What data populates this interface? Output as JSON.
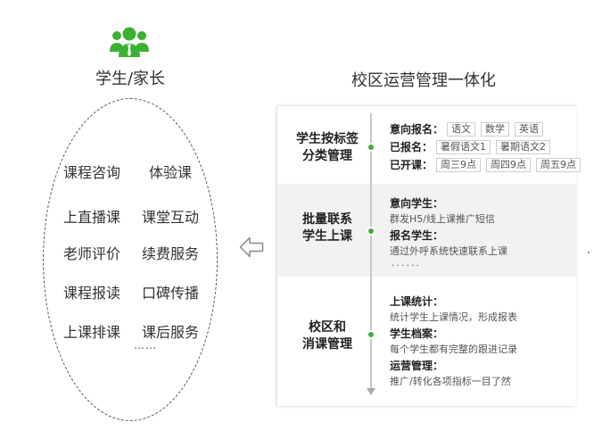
{
  "left": {
    "title": "学生/家长",
    "features": [
      [
        "课程咨询",
        "体验课"
      ],
      [
        "上直播课",
        "课堂互动"
      ],
      [
        "老师评价",
        "续费服务"
      ],
      [
        "课程报读",
        "口碑传播"
      ],
      [
        "上课排课",
        "课后服务"
      ]
    ],
    "ellipsis": "……"
  },
  "right": {
    "title": "校区运营管理一体化",
    "sections": {
      "s1": {
        "title_l1": "学生按标签",
        "title_l2": "分类管理",
        "intent_label": "意向报名：",
        "intent_tags": [
          "语文",
          "数学",
          "英语"
        ],
        "enrolled_label": "已报名：",
        "enrolled_tags": [
          "暑假语文1",
          "暑期语文2"
        ],
        "opened_label": "已开课：",
        "opened_tags": [
          "周三9点",
          "周四9点",
          "周五9点"
        ]
      },
      "s2": {
        "title_l1": "批量联系",
        "title_l2": "学生上课",
        "intent_label": "意向学生：",
        "intent_desc": "群发H5/线上课推广短信",
        "enrolled_label": "报名学生：",
        "enrolled_desc": "通过外呼系统快速联系上课",
        "ellipsis": "······"
      },
      "s3": {
        "title_l1": "校区和",
        "title_l2": "消课管理",
        "stats_label": "上课统计：",
        "stats_desc": "统计学生上课情况，形成报表",
        "archive_label": "学生档案：",
        "archive_desc": "每个学生都有完整的跟进记录",
        "ops_label": "运营管理：",
        "ops_desc": "推广/转化各项指标一目了然"
      }
    }
  },
  "colors": {
    "accent_green": "#3cb034",
    "band_gray": "#f2f2f2"
  },
  "icons": {
    "user_group": "user-group-icon",
    "arrow": "arrow-left-outline-icon"
  }
}
